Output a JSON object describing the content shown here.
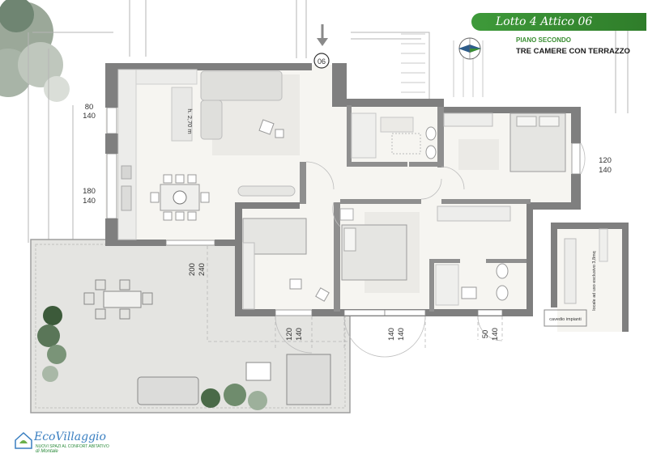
{
  "header": {
    "title": "Lotto  4 Attico 06",
    "floor": "PIANO  SECONDO",
    "description": "TRE CAMERE CON TERRAZZO"
  },
  "unit_marker": "06",
  "logo": {
    "name": "EcoVillaggio",
    "place": "di Montale",
    "tagline": "NUOVI SPAZI AL CONFORT ABITATIVO"
  },
  "dimensions": {
    "left_window_top": [
      "80",
      "140"
    ],
    "left_window_mid": [
      "180",
      "140"
    ],
    "terrace_opening": [
      "200",
      "240"
    ],
    "bottom_1": [
      "120",
      "140"
    ],
    "bottom_2": [
      "140",
      "140"
    ],
    "bottom_3": [
      "50",
      "140"
    ],
    "right_window": [
      "120",
      "140"
    ],
    "ceiling_height": "h. 2,70 m"
  },
  "annex": {
    "label": "locale ad uso esclusivo 3,8mq",
    "shaft": "cavedio impianti"
  },
  "colors": {
    "wall": "#7d7d7d",
    "floor": "#f5f4f0",
    "terrace": "#e3e3e0",
    "green": "#3a8e32"
  }
}
